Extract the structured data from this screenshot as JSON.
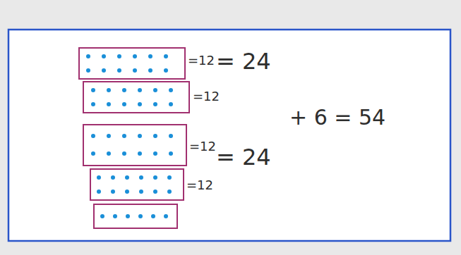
{
  "diagram": {
    "labels": [
      "=12",
      "= 24",
      "=12",
      "+ 6 = 54",
      "=12",
      "= 24",
      "=12"
    ]
  }
}
